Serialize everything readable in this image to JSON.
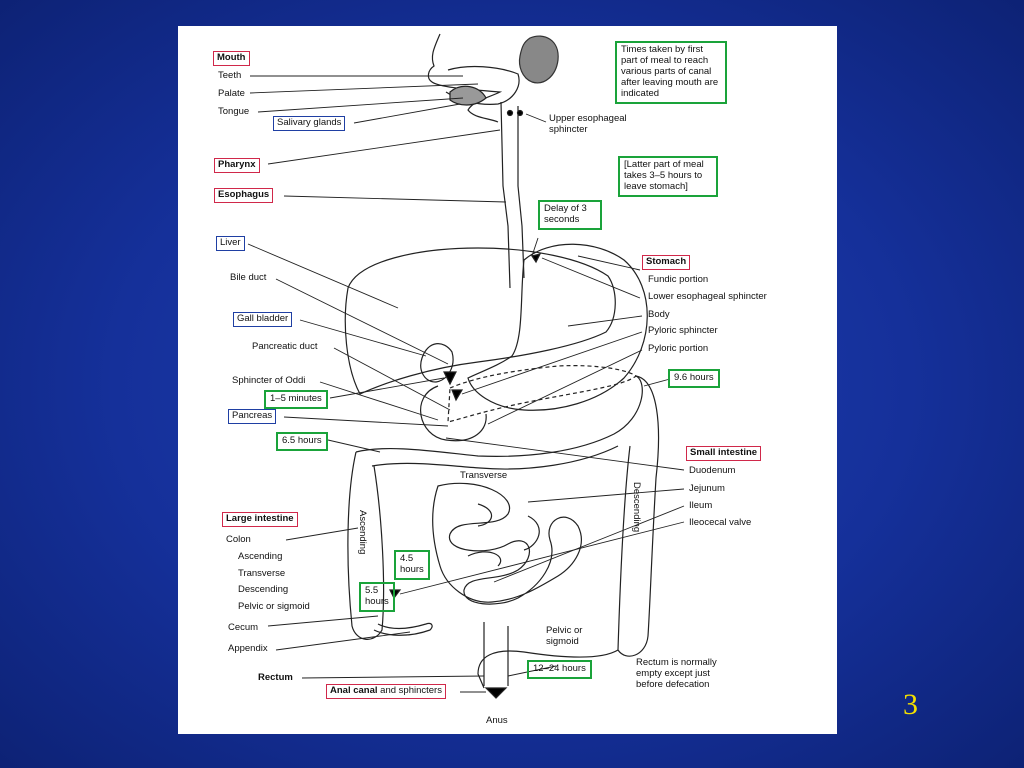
{
  "slide": {
    "page_number": "3"
  },
  "labels_left": {
    "mouth": "Mouth",
    "teeth": "Teeth",
    "palate": "Palate",
    "tongue": "Tongue",
    "salivary_glands": "Salivary glands",
    "pharynx": "Pharynx",
    "esophagus": "Esophagus",
    "liver": "Liver",
    "bile_duct": "Bile duct",
    "gall_bladder": "Gall bladder",
    "pancreatic_duct": "Pancreatic duct",
    "sphincter_of_oddi": "Sphincter of Oddi",
    "pancreas": "Pancreas",
    "large_intestine": "Large intestine",
    "colon": "Colon",
    "ascending": "Ascending",
    "transverse": "Transverse",
    "descending": "Descending",
    "pelvic_or_sigmoid": "Pelvic or sigmoid",
    "cecum": "Cecum",
    "appendix": "Appendix",
    "rectum": "Rectum",
    "anal_canal": "Anal canal",
    "and_sphincters": " and sphincters",
    "anus": "Anus"
  },
  "labels_right": {
    "upper_esophageal_sphincter": "Upper esophageal sphincter",
    "stomach": "Stomach",
    "fundic_portion": "Fundic portion",
    "lower_esophageal_sphincter": "Lower esophageal sphincter",
    "body": "Body",
    "pyloric_sphincter": "Pyloric sphincter",
    "pyloric_portion": "Pyloric portion",
    "small_intestine": "Small intestine",
    "duodenum": "Duodenum",
    "jejunum": "Jejunum",
    "ileum": "Ileum",
    "ileocecal_valve": "Ileocecal valve",
    "pelvic_or_sigmoid_inner": "Pelvic or sigmoid",
    "rectum_note": "Rectum is normally empty except just before defecation"
  },
  "in_diagram": {
    "transverse": "Transverse",
    "ascending": "Ascending",
    "descending": "Descending"
  },
  "times": {
    "first_part_note": "Times taken by first part of meal to reach various parts of canal after leaving mouth are indicated",
    "latter_part_note": "[Latter part of meal takes 3–5 hours to leave stomach]",
    "delay": "Delay of 3 seconds",
    "minutes_1_5": "1–5 minutes",
    "hours_6_5": "6.5 hours",
    "hours_9_6": "9.6 hours",
    "hours_4_5": "4.5 hours",
    "hours_5_5": "5.5 hours",
    "hours_12_24": "12–24 hours"
  },
  "colors": {
    "background": "#15309a",
    "organ_box": "#d0284a",
    "gland_box": "#1f3fa3",
    "time_box": "#1aa33a",
    "page_number": "#f3e000"
  }
}
